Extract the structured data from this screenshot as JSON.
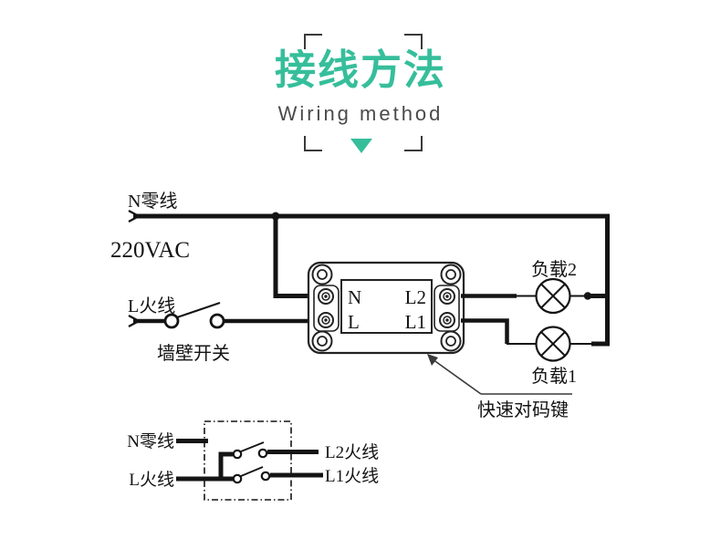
{
  "header": {
    "title": "接线方法",
    "subtitle": "Wiring method",
    "accent_color": "#36be9b",
    "subtitle_color": "#4a4a4a"
  },
  "diagram": {
    "line_color": "#141414",
    "labels": {
      "neutral_top": "N零线",
      "voltage": "220VAC",
      "live_top": "L火线",
      "wall_switch": "墙壁开关",
      "load2": "负载2",
      "load1": "负载1",
      "pairing_key": "快速对码键"
    },
    "device": {
      "terminal_n": "N",
      "terminal_l": "L",
      "terminal_l2": "L2",
      "terminal_l1": "L1"
    },
    "sub_diagram": {
      "neutral": "N零线",
      "live": "L火线",
      "l2_out": "L2火线",
      "l1_out": "L1火线"
    }
  }
}
